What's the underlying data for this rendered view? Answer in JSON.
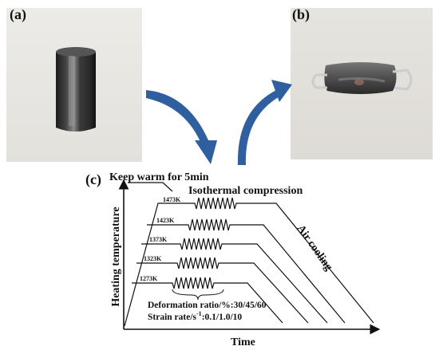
{
  "panels": {
    "a": "(a)",
    "b": "(b)",
    "c": "(c)"
  },
  "diagram": {
    "keep_warm": "Keep warm for 5min",
    "isothermal": "Isothermal compression",
    "air_cooling": "Air cooling",
    "temperatures": [
      "1473K",
      "1423K",
      "1373K",
      "1323K",
      "1273K"
    ],
    "deformation": "Deformation ratio/%:30/45/60",
    "strain_rate_prefix": "Strain rate/s",
    "strain_rate_exp": "-1",
    "strain_rate_values": ":0.1/1.0/10",
    "y_axis": "Heating temperature",
    "x_axis": "Time"
  },
  "colors": {
    "arrow": "#2f5f9e",
    "photo_bg": "#e8e6e1",
    "line": "#111111"
  }
}
